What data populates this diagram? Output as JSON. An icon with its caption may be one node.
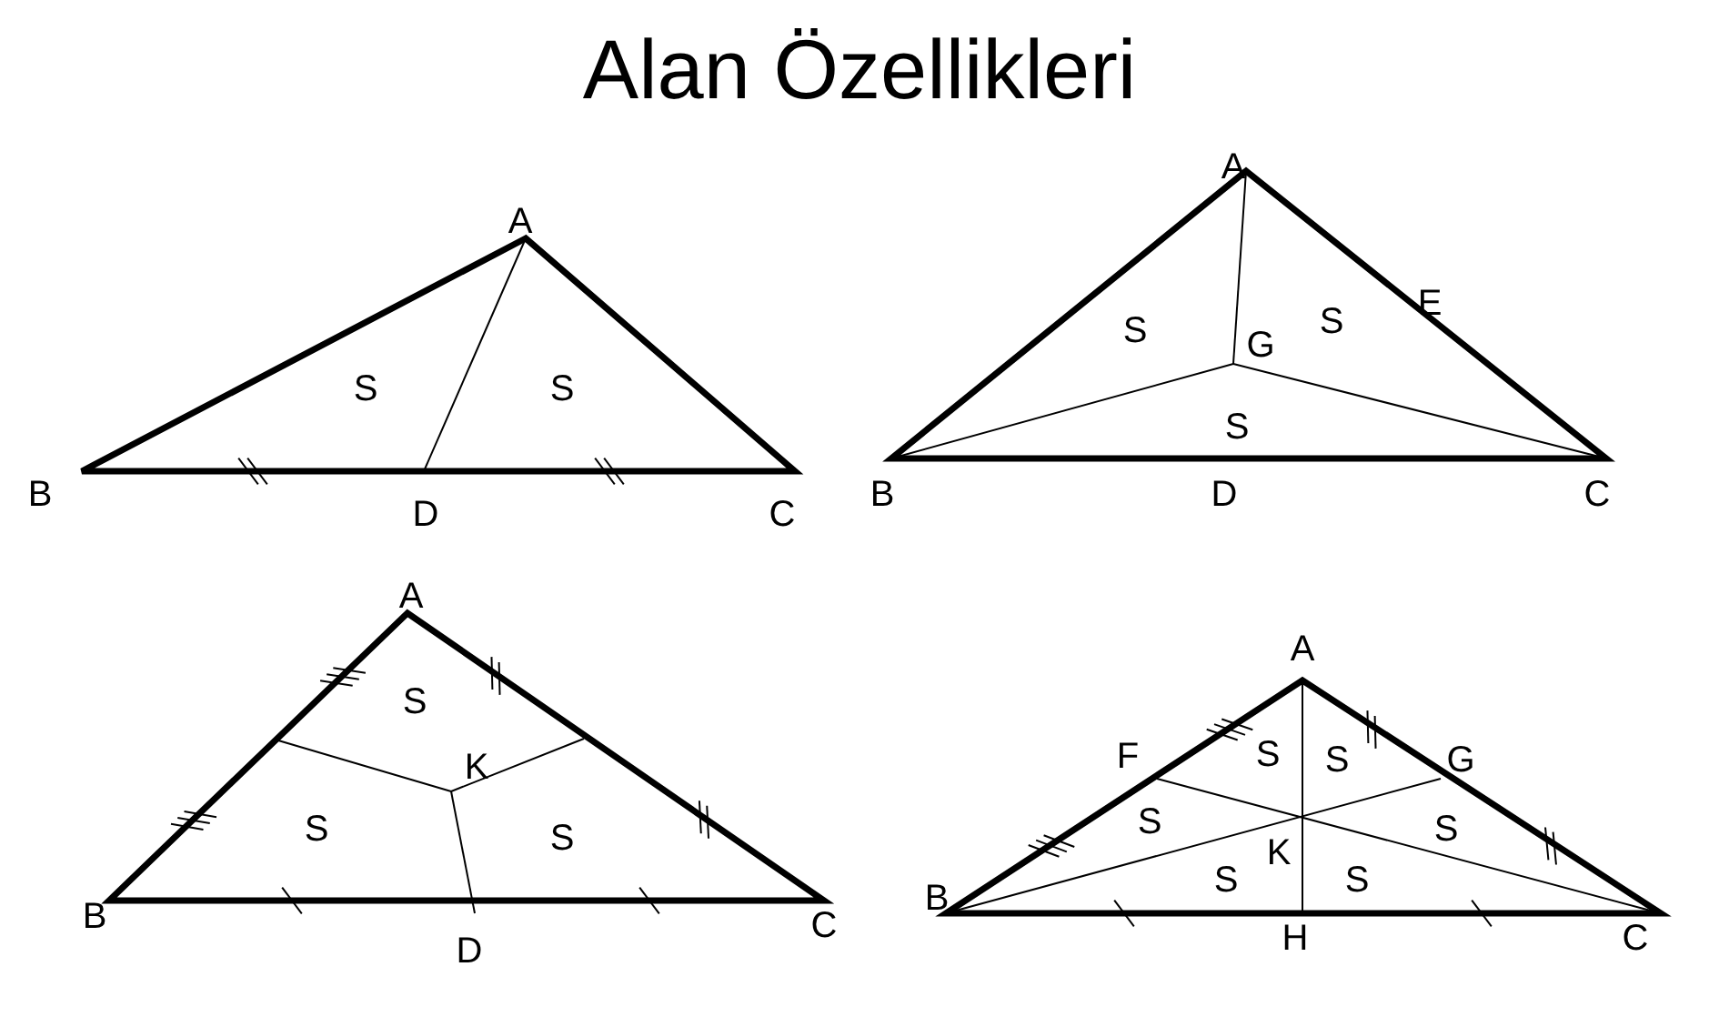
{
  "diagram": {
    "title": "Alan Özellikleri",
    "labels": [
      "A",
      "S",
      "S",
      "B",
      "D",
      "C",
      "A",
      "S",
      "G",
      "S",
      "E",
      "S",
      "B",
      "D",
      "C",
      "A",
      "S",
      "K",
      "S",
      "S",
      "B",
      "D",
      "C",
      "A",
      "F",
      "S",
      "S",
      "G",
      "S",
      "S",
      "K",
      "S",
      "S",
      "B",
      "H",
      "C"
    ]
  }
}
